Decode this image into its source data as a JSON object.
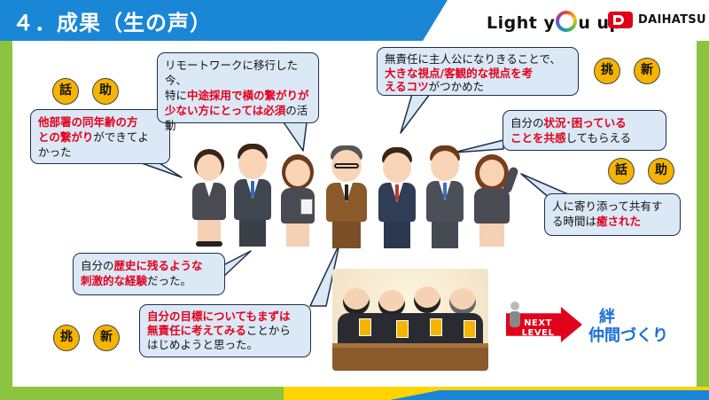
{
  "header": {
    "title": "４．成果（生の声）",
    "logo_left": "Light y",
    "logo_right": "u up",
    "brand": "DAIHATSU"
  },
  "bubbles": {
    "b1": [
      "他部署の同年齢の方",
      "との繋がり",
      "ができてよ",
      "かった"
    ],
    "b2": [
      "リモートワークに移行した今、",
      "特に",
      "中途採用で横の繋がりが",
      "少ない方にとっては必須",
      "の活動"
    ],
    "b3": [
      "無責任に主人公になりきることで、",
      "大きな視点/客観的な視点を考",
      "えるコツ",
      "がつかめた"
    ],
    "b4": [
      "自分の",
      "状況･困っている",
      "ことを共感",
      "してもらえる"
    ],
    "b5": [
      "人に寄り添って共有す",
      "る時間は",
      "癒された"
    ],
    "b6": [
      "自分の",
      "歴史に残るような",
      "刺激的な経験",
      "だった。"
    ],
    "b7": [
      "自分の目標についてもまずは",
      "無責任に考えてみる",
      "ことから",
      "はじめようと思った。"
    ]
  },
  "badges": {
    "wa1": "話",
    "jo1": "助",
    "cho1": "挑",
    "shin1": "新",
    "wa2": "話",
    "jo2": "助",
    "cho2": "挑",
    "shin2": "新"
  },
  "next_level": "NEXT LEVEL",
  "result": {
    "line1": "絆",
    "line2": "仲間づくり"
  },
  "colors": {
    "header_blue": "#1a86d6",
    "accent_red": "#e3001b",
    "badge_yellow": "#f5b400",
    "stripe_green": "#8cc43f"
  }
}
